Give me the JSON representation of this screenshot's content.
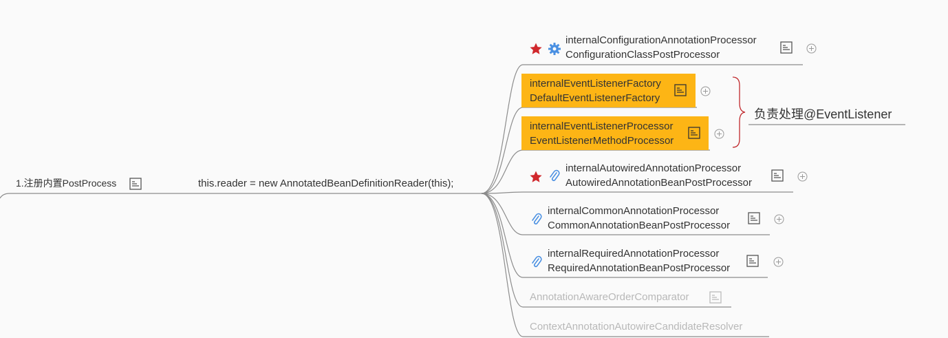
{
  "root": {
    "label": "1.注册内置PostProcess"
  },
  "middle": {
    "label": "this.reader = new AnnotatedBeanDefinitionReader(this);"
  },
  "children": [
    {
      "line1": "internalConfigurationAnnotationProcessor",
      "line2": "ConfigurationClassPostProcessor",
      "icons": [
        "star-icon",
        "gear-icon"
      ]
    },
    {
      "line1": "internalEventListenerFactory",
      "line2": "DefaultEventListenerFactory",
      "highlight": "#fdb515"
    },
    {
      "line1": "internalEventListenerProcessor",
      "line2": "EventListenerMethodProcessor",
      "highlight": "#fdb515"
    },
    {
      "line1": "internalAutowiredAnnotationProcessor",
      "line2": "AutowiredAnnotationBeanPostProcessor",
      "icons": [
        "star-icon",
        "paperclip-icon"
      ]
    },
    {
      "line1": "internalCommonAnnotationProcessor",
      "line2": "CommonAnnotationBeanPostProcessor",
      "icons": [
        "paperclip-icon"
      ]
    },
    {
      "line1": "internalRequiredAnnotationProcessor",
      "line2": "RequiredAnnotationBeanPostProcessor",
      "icons": [
        "paperclip-icon"
      ]
    },
    {
      "line1": "AnnotationAwareOrderComparator"
    },
    {
      "line1": "ContextAnnotationAutowireCandidateResolver"
    }
  ],
  "summary": {
    "label": "负责处理@EventListener"
  },
  "colors": {
    "line": "#8c8c8c",
    "highlight": "#fdb515",
    "star": "#d0282c",
    "gear": "#4a90e2",
    "clip": "#4a90e2",
    "brace": "#c0282c"
  }
}
